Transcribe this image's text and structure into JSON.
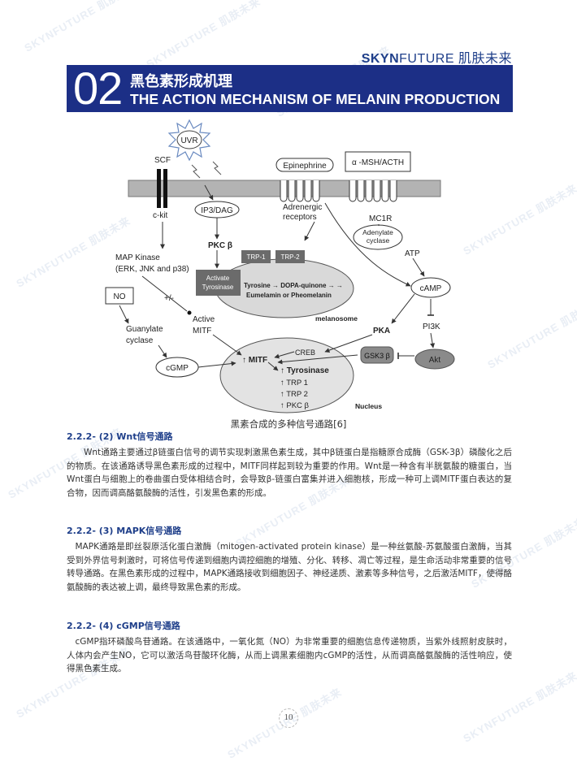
{
  "brand": {
    "bold": "SKYN",
    "light": "FUTURE",
    "cn": "肌肤未来"
  },
  "watermark": "SKYNFUTURE 肌肤未来",
  "banner": {
    "number": "02",
    "title_cn": "黑色素形成机理",
    "title_en": "THE ACTION MECHANISM OF MELANIN PRODUCTION"
  },
  "diagram": {
    "uvr": "UVR",
    "scf": "SCF",
    "ckit": "c-kit",
    "epinephrine": "Epinephrine",
    "msh": "α -MSH/ACTH",
    "ip3": "IP3/DAG",
    "adrenergic": [
      "Adrenergic",
      "receptors"
    ],
    "mc1r": "MC1R",
    "adenylate": [
      "Adenylate",
      "cyclase"
    ],
    "map_kinase": [
      "MAP Kinase",
      "(ERK, JNK and p38)"
    ],
    "pkcb": "PKC β",
    "trp1": "TRP-1",
    "trp2": "TRP-2",
    "atp": "ATP",
    "activate_tyr": [
      "Activate",
      "Tyrosinase"
    ],
    "tyr_path": [
      "Tyrosine → DOPA-quinone → →",
      "Eumelamin or Pheomelanin"
    ],
    "camp": "cAMP",
    "no": "NO",
    "plus_minus": "+/-",
    "melanosome": "melanosome",
    "active_mitf": [
      "Active",
      "MITF"
    ],
    "pi3k": "PI3K",
    "pka": "PKA",
    "guanylate": [
      "Guanylate",
      "cyclase"
    ],
    "creb": "CREB",
    "gsk3b": "GSK3 β",
    "akt": "Akt",
    "mitf": "↑ MITF",
    "cgmp": "cGMP",
    "tyrosinase": "↑ Tyrosinase",
    "trp_1": "↑ TRP 1",
    "trp_2": "↑ TRP 2",
    "pkc_b": "↑ PKC β",
    "nucleus": "Nucleus"
  },
  "caption": "黑素合成的多种信号通路[6]",
  "sections": [
    {
      "heading": "2.2.2- (2) Wnt信号通路",
      "body": "Wnt通路主要通过β链蛋白信号的调节实现刺激黑色素生成，其中β链蛋白是指糖原合成酶（GSK-3β）磷酸化之后的物质。在该通路诱导黑色素形成的过程中，MITF同样起到较为重要的作用。Wnt是一种含有半胱氨酸的糖蛋白，当Wnt蛋白与细胞上的卷曲蛋白受体相结合时，会导致β-链蛋白富集并进入细胞核，形成一种可上调MITF蛋白表达的复合物，因而调高酪氨酸酶的活性，引发黑色素的形成。"
    },
    {
      "heading": "2.2.2- (3) MAPK信号通路",
      "body": "MAPK通路是即丝裂原活化蛋白激酶（mitogen-activated protein kinase）是一种丝氨酸-苏氨酸蛋白激酶，当其受到外界信号刺激时，可将信号传递到细胞内调控细胞的增殖、分化、转移、凋亡等过程，是生命活动非常重要的信号转导通路。在黑色素形成的过程中，MAPK通路接收到细胞因子、神经递质、激素等多种信号，之后激活MITF，使得酪氨酸酶的表达被上调，最终导致黑色素的形成。"
    },
    {
      "heading": "2.2.2- (4) cGMP信号通路",
      "body": "cGMP指环磷酸鸟苷通路。在该通路中，一氧化氮（NO）为非常重要的细胞信息传递物质，当紫外线照射皮肤时，人体内会产生NO，它可以激活鸟苷酸环化酶，从而上调黑素细胞内cGMP的活性，从而调高酪氨酸酶的活性响应，使得黑色素生成。"
    }
  ],
  "page_number": "10",
  "colors": {
    "banner": "#1c2f86",
    "heading": "#1f3f8a",
    "membrane": "#b3b3b3",
    "box_dark": "#6b6b6b"
  }
}
